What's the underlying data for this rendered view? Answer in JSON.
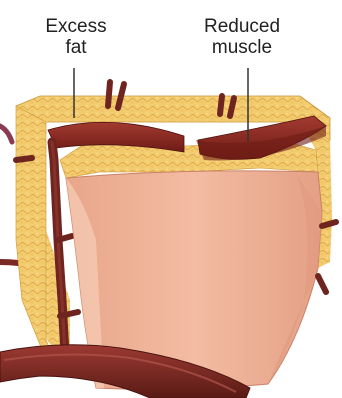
{
  "labels": {
    "excess_fat": {
      "line1": "Excess",
      "line2": "fat"
    },
    "reduced_muscle": {
      "line1": "Reduced",
      "line2": "muscle"
    }
  },
  "colors": {
    "background": "#ffffff",
    "fat": "#f2c86a",
    "fat_dark": "#d9a743",
    "muscle": "#8b2a22",
    "muscle_dark": "#5e1611",
    "skin": "#f0b499",
    "vessel": "#7a2a24",
    "label_text": "#222222",
    "leader_line": "#333333"
  }
}
